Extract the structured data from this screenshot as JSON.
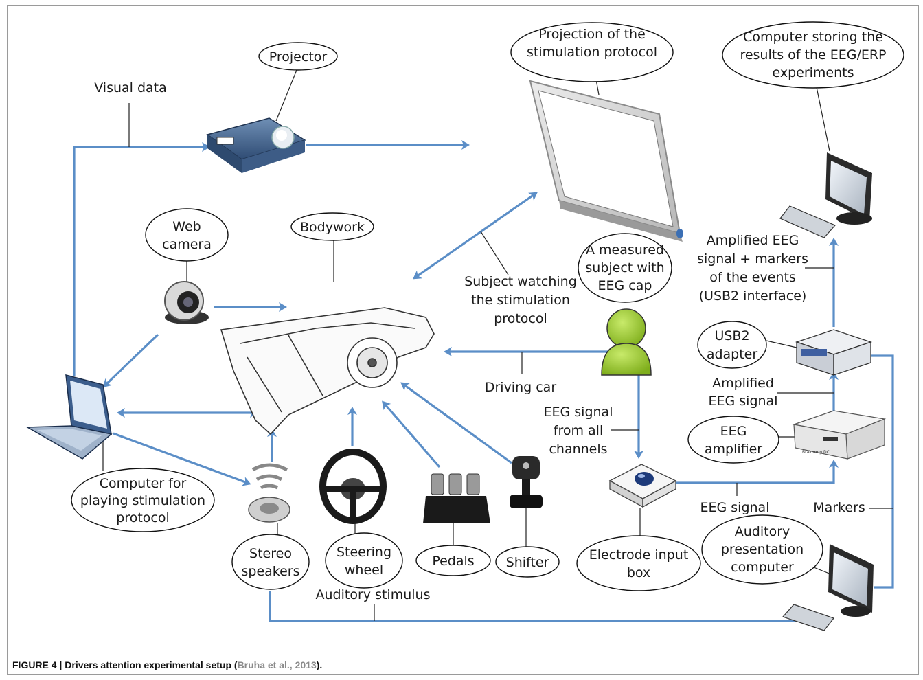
{
  "labels": {
    "projector": "Projector",
    "visual_data": "Visual data",
    "projection_l1": "Projection of the",
    "projection_l2": "stimulation protocol",
    "storage_l1": "Computer storing the",
    "storage_l2": "results of the EEG/ERP",
    "storage_l3": "experiments",
    "web_l1": "Web",
    "web_l2": "camera",
    "bodywork": "Bodywork",
    "subject_l1": "A measured",
    "subject_l2": "subject with",
    "subject_l3": "EEG cap",
    "watching_l1": "Subject watching",
    "watching_l2": "the stimulation",
    "watching_l3": "protocol",
    "amp_usb_l1": "Amplified EEG",
    "amp_usb_l2": "signal + markers",
    "amp_usb_l3": "of the events",
    "amp_usb_l4": "(USB2 interface)",
    "usb2_l1": "USB2",
    "usb2_l2": "adapter",
    "amp_sig_l1": "Amplified",
    "amp_sig_l2": "EEG signal",
    "driving_car": "Driving car",
    "eeg_all_l1": "EEG signal",
    "eeg_all_l2": "from all",
    "eeg_all_l3": "channels",
    "eeg_amp_l1": "EEG",
    "eeg_amp_l2": "amplifier",
    "comp_play_l1": "Computer for",
    "comp_play_l2": "playing stimulation",
    "comp_play_l3": "protocol",
    "eeg_signal": "EEG signal",
    "markers": "Markers",
    "aud_comp_l1": "Auditory",
    "aud_comp_l2": "presentation",
    "aud_comp_l3": "computer",
    "stereo_l1": "Stereo",
    "stereo_l2": "speakers",
    "steering_l1": "Steering",
    "steering_l2": "wheel",
    "pedals": "Pedals",
    "shifter": "Shifter",
    "electrode_l1": "Electrode input",
    "electrode_l2": "box",
    "aud_stimulus": "Auditory stimulus",
    "amp_device_brand": "Brainamp DC"
  },
  "caption": {
    "lead": "FIGURE 4 | Drivers attention experimental setup (",
    "cite": "Bruha et al., 2013",
    "tail": ")."
  },
  "colors": {
    "connector": "#5b8ec7",
    "subject_green": "#9ccc2a"
  },
  "icons": [
    "projector-icon",
    "projection-screen-icon",
    "desktop-computer-icon",
    "webcam-icon",
    "car-icon",
    "person-icon",
    "usb-adapter-icon",
    "eeg-amplifier-icon",
    "electrode-box-icon",
    "laptop-icon",
    "speaker-icon",
    "steering-wheel-icon",
    "pedals-icon",
    "shifter-icon"
  ]
}
